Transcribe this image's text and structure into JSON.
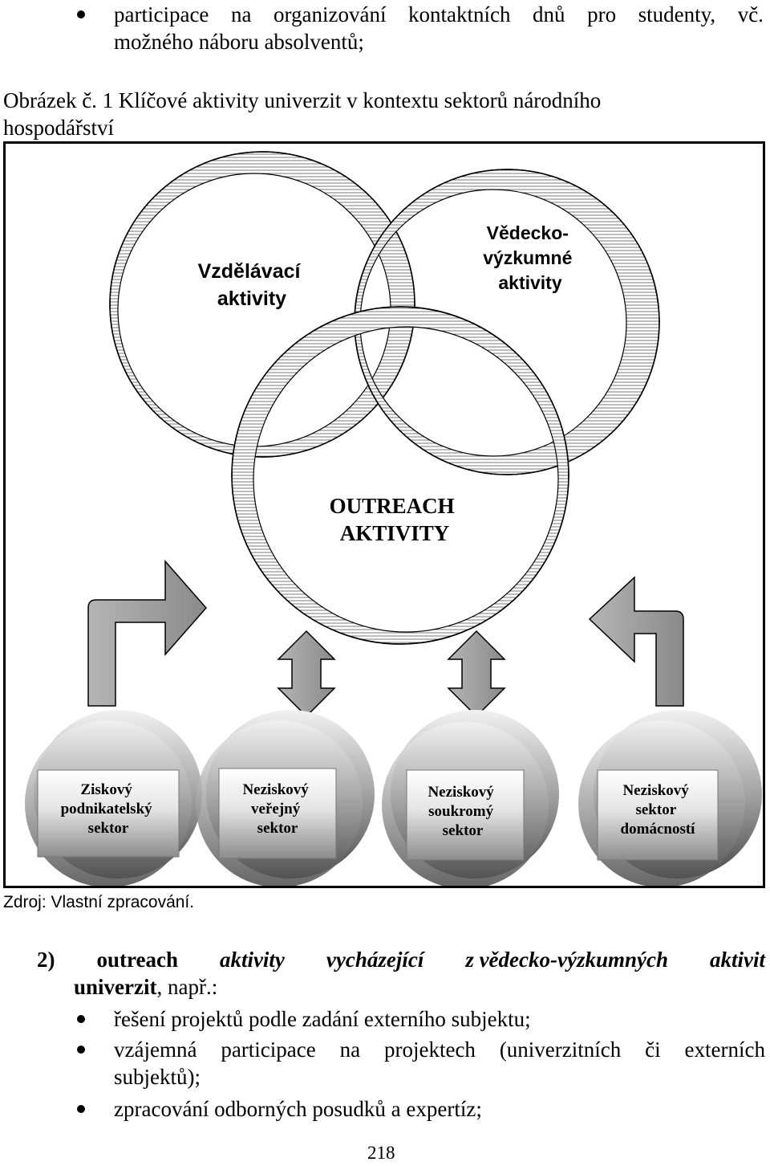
{
  "top_bullet": {
    "line1": "participace na organizování kontaktních dnů pro studenty, vč.",
    "line2": "možného náboru absolventů;"
  },
  "figure": {
    "caption_line1": "Obrázek č. 1 Klíčové aktivity univerzit v kontextu sektorů národního",
    "caption_line2": "hospodářství",
    "circles": {
      "education": [
        "Vzdělávací",
        "aktivity"
      ],
      "research": [
        "Vědecko-",
        "výzkumné",
        "aktivity"
      ],
      "outreach": [
        "OUTREACH",
        "AKTIVITY"
      ]
    },
    "sectors": [
      [
        "Ziskový",
        "podnikatelský",
        "sektor"
      ],
      [
        "Neziskový",
        "veřejný",
        "sektor"
      ],
      [
        "Neziskový",
        "soukromý",
        "sektor"
      ],
      [
        "Neziskový",
        "sektor",
        "domácností"
      ]
    ],
    "source": "Zdroj: Vlastní zpracování."
  },
  "section2": {
    "number": "2)",
    "heading_words": [
      "outreach",
      "aktivity",
      "vycházející",
      "z vědecko-výzkumných",
      "aktivit"
    ],
    "line2_bold": "univerzit",
    "line2_rest": ", např.:",
    "bullets": [
      "řešení projektů podle zadání externího subjektu;",
      "vzájemná participace na projektech (univerzitních či externích",
      "subjektů);",
      "zpracování odborných posudků a expertíz;"
    ]
  },
  "page_number": "218"
}
